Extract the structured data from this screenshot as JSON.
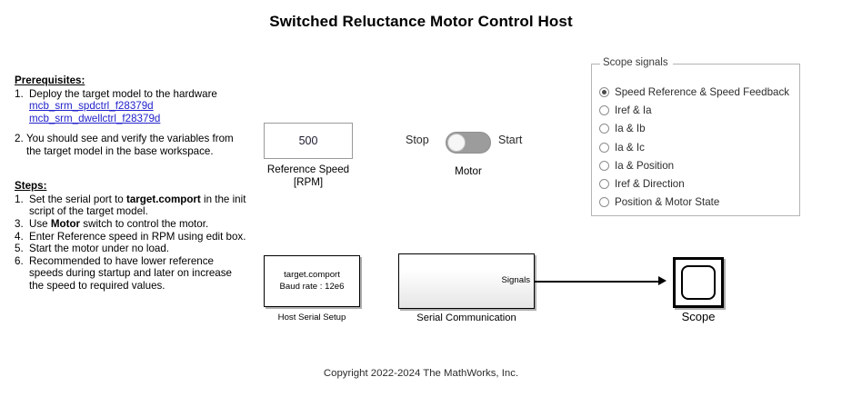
{
  "page": {
    "title": "Switched Reluctance Motor Control Host",
    "copyright": "Copyright 2022-2024 The MathWorks, Inc."
  },
  "instructions": {
    "prerequisites": {
      "heading": "Prerequisites:",
      "items": [
        {
          "number": "1.",
          "text": "Deploy the target model to the hardware"
        },
        {
          "number": "2.",
          "text": "You should see and verify the variables from the target model in the base workspace."
        }
      ],
      "links": [
        "mcb_srm_spdctrl_f28379d",
        "mcb_srm_dwellctrl_f28379d"
      ]
    },
    "steps": {
      "heading": "Steps:",
      "items": [
        {
          "number": "1.",
          "pre": "Set the serial port to ",
          "bold": "target.comport",
          "post": " in the init script of the target model."
        },
        {
          "number": "3.",
          "pre": "Use ",
          "bold": "Motor",
          "post": " switch to control the motor."
        },
        {
          "number": "4.",
          "pre": "Enter Reference speed in RPM using edit box.",
          "bold": "",
          "post": ""
        },
        {
          "number": "5.",
          "pre": "Start the motor under no load.",
          "bold": "",
          "post": ""
        },
        {
          "number": "6.",
          "pre": "Recommended to have lower reference speeds during startup and later on increase the speed to required values.",
          "bold": "",
          "post": ""
        }
      ]
    }
  },
  "reference_speed": {
    "value": "500",
    "caption_line1": "Reference Speed",
    "caption_line2": "[RPM]"
  },
  "motor": {
    "off_label": "Stop",
    "on_label": "Start",
    "caption": "Motor",
    "state": "Stop"
  },
  "scope_signals": {
    "legend": "Scope signals",
    "selected_index": 0,
    "options": [
      "Speed Reference & Speed Feedback",
      "Iref & Ia",
      "Ia & Ib",
      "Ia & Ic",
      "Ia & Position",
      "Iref & Direction",
      "Position & Motor State"
    ]
  },
  "blocks": {
    "host_serial": {
      "line1": "target.comport",
      "line2": "Baud rate : 12e6",
      "caption": "Host Serial Setup"
    },
    "serial_communication": {
      "port_label": "Signals",
      "caption": "Serial Communication"
    },
    "scope": {
      "caption": "Scope"
    }
  },
  "colors": {
    "link": "#2222cc",
    "toggle_track": "#9c9c9c",
    "radio_dot": "#4a4a4a",
    "block_border": "#000000"
  }
}
